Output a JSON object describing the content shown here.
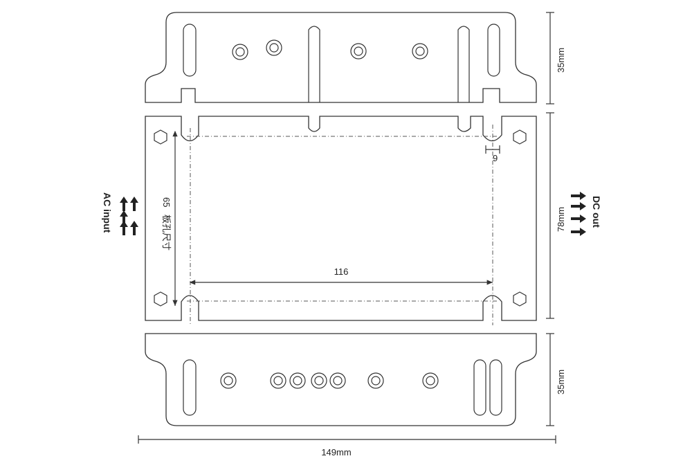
{
  "dimensions": {
    "top_bracket_height": "35mm",
    "plate_height": "78mm",
    "bottom_bracket_height": "35mm",
    "total_width": "149mm",
    "hole_spacing_horizontal": "116",
    "slot_width": "9",
    "hole_spacing_vertical": "65",
    "hole_size_label": "板孔尺寸"
  },
  "labels": {
    "input": "AC input",
    "output": "DC out"
  },
  "colors": {
    "line": "#333333",
    "background": "#ffffff"
  }
}
